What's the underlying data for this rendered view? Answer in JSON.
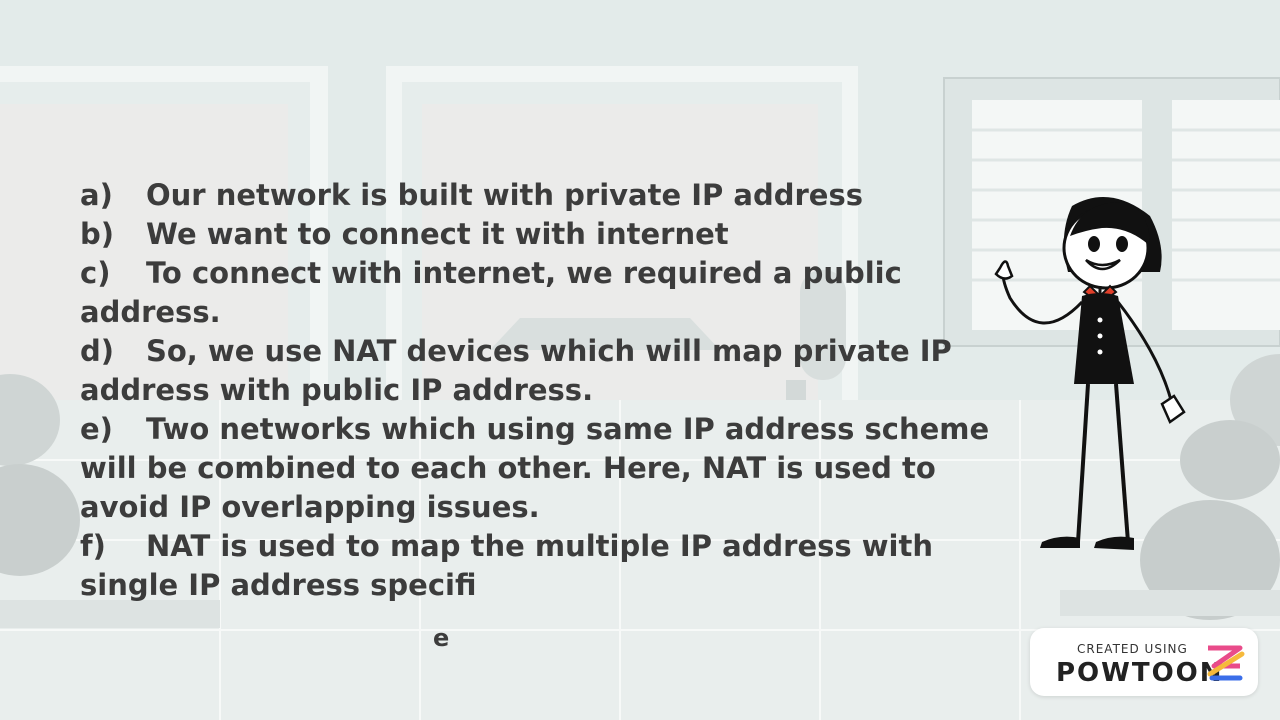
{
  "points": [
    {
      "marker": "a)",
      "text": "Our network is built with private IP address"
    },
    {
      "marker": "b)",
      "text": "We want to connect it with internet"
    },
    {
      "marker": "c)",
      "text": "To connect with internet, we required a public",
      "cont": [
        "address."
      ]
    },
    {
      "marker": "d)",
      "text": "So, we use NAT devices which will map private IP",
      "cont": [
        "address with public IP address."
      ]
    },
    {
      "marker": "e)",
      "text": "Two networks which using same IP address scheme",
      "cont": [
        "will be combined to each other. Here, NAT is used to",
        "avoid IP overlapping issues."
      ]
    },
    {
      "marker": "f)",
      "text": "NAT is used to map the multiple IP address with",
      "cont": [
        "single IP address specifi"
      ]
    }
  ],
  "stray_letter": "e",
  "badge": {
    "created_using": "CREATED USING",
    "brand": "POWTOON"
  },
  "colors": {
    "text": "#3c3c3c",
    "wall": "#e3ebea",
    "accent_red": "#e0402a"
  }
}
